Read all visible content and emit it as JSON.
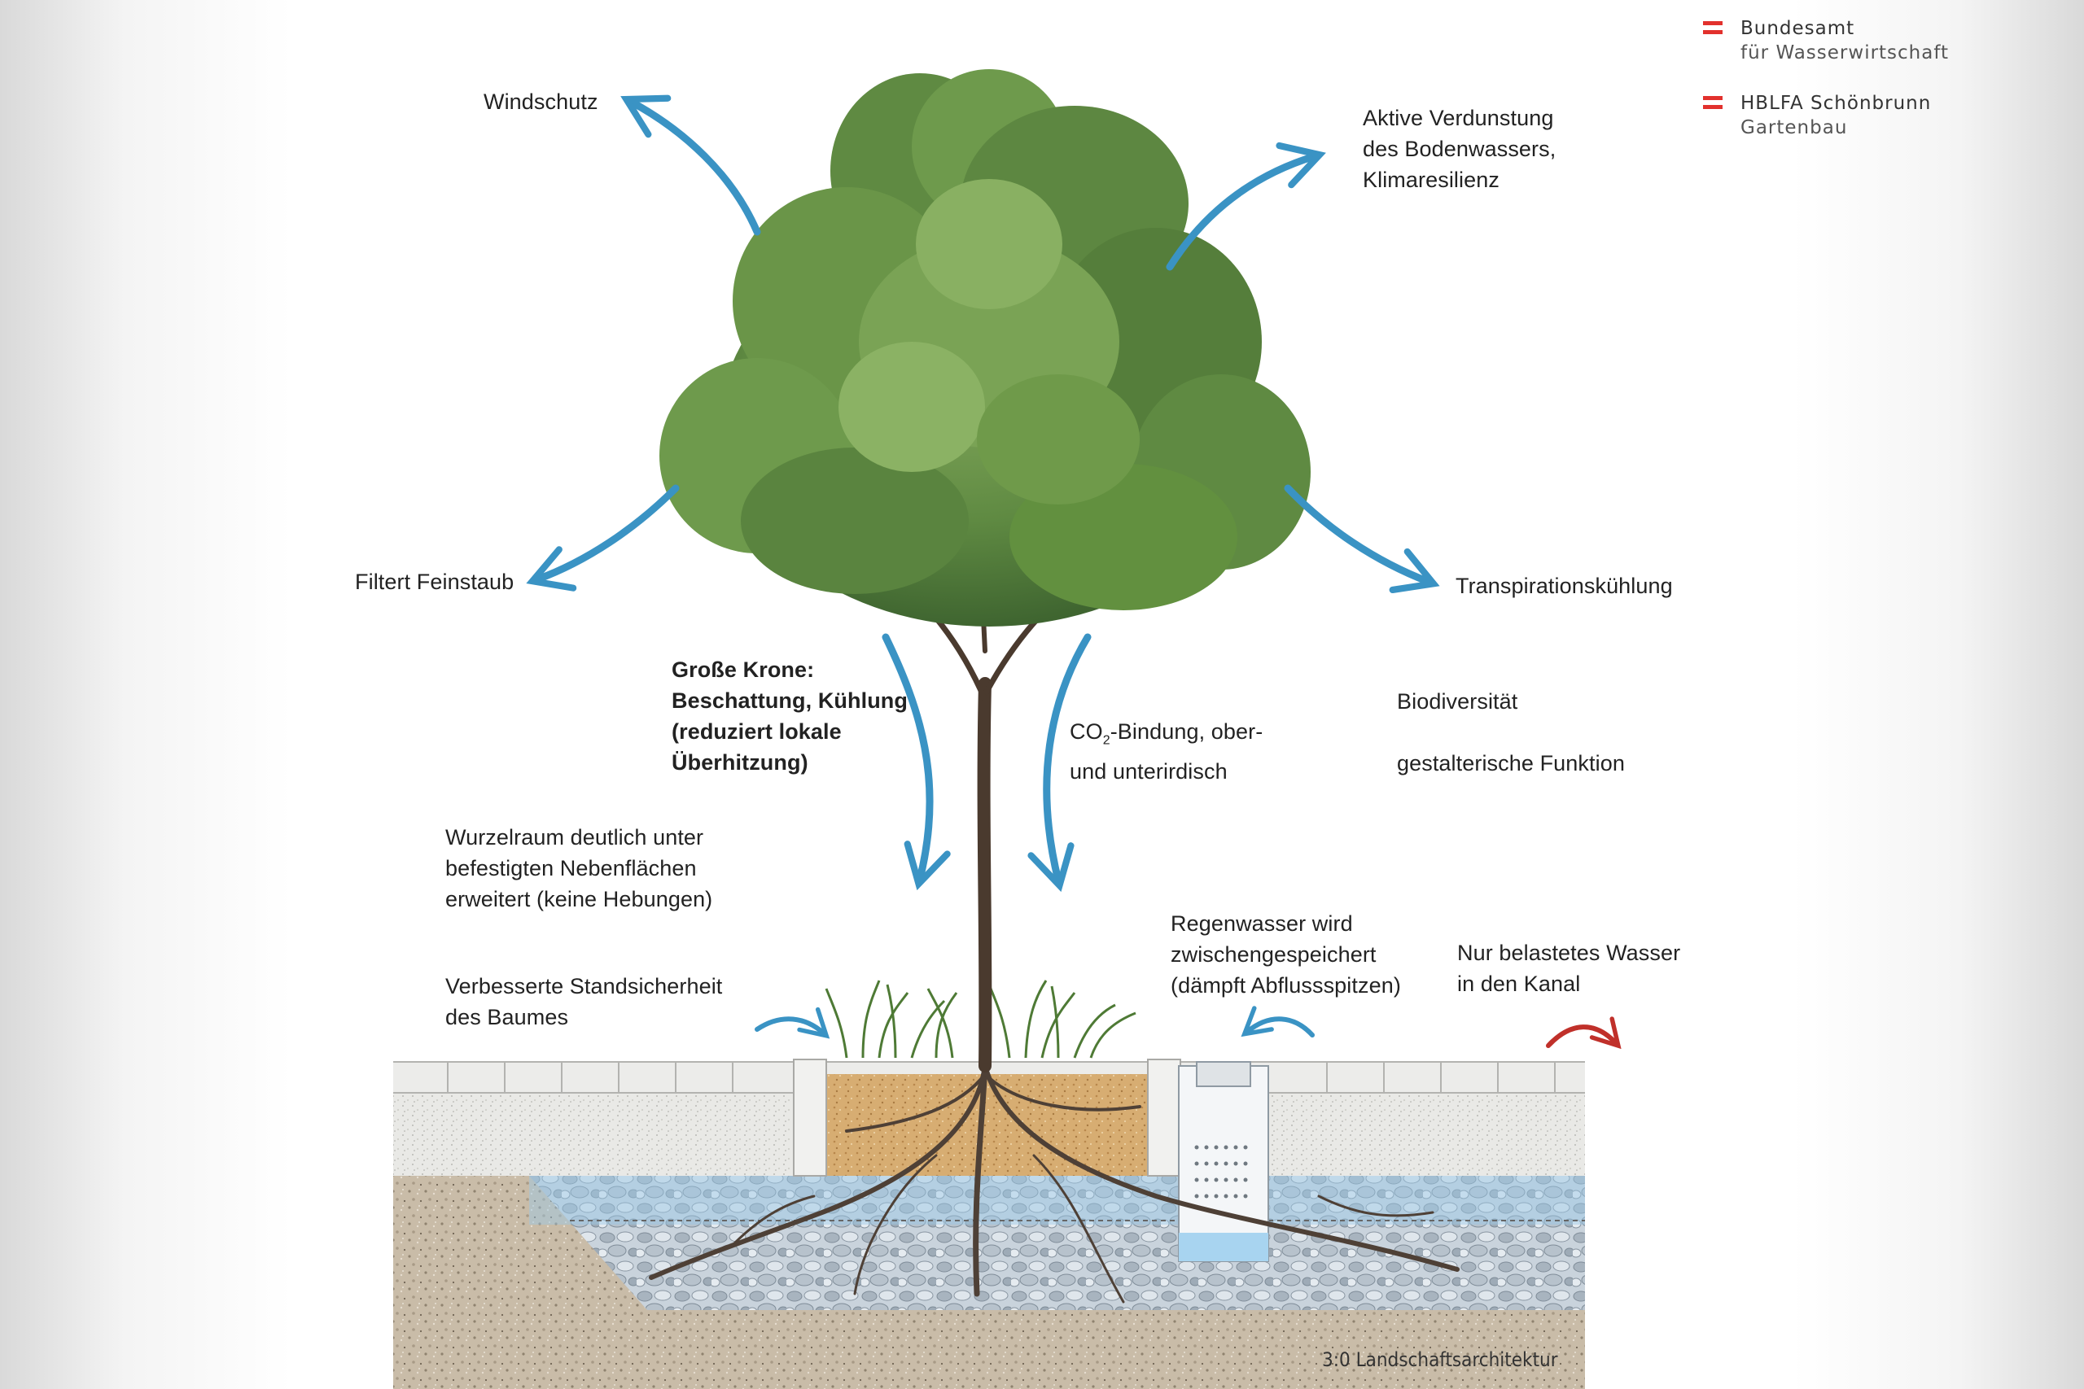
{
  "logos": [
    {
      "line1": "Bundesamt",
      "line2": "für Wasserwirtschaft"
    },
    {
      "line1": "HBLFA Schönbrunn",
      "line2": "Gartenbau"
    }
  ],
  "labels": {
    "windschutz": "Windschutz",
    "verdunstung": "Aktive Verdunstung\ndes Bodenwassers,\nKlimaresilienz",
    "feinstaub": "Filtert Feinstaub",
    "transpiration": "Transpirationskühlung",
    "krone": "Große Krone:\nBeschattung, Kühlung\n(reduziert lokale\nÜberhitzung)",
    "co2_prefix": "CO",
    "co2_sub": "2",
    "co2_rest": "-Bindung, ober-",
    "co2_line2": "und unterirdisch",
    "biodiversitaet": "Biodiversität",
    "gestalterisch": "gestalterische Funktion",
    "wurzelraum": "Wurzelraum deutlich unter\nbefestigten Nebenflächen\nerweitert (keine Hebungen)",
    "standsicherheit": "Verbesserte Standsicherheit\ndes Baumes",
    "regenwasser": "Regenwasser wird\nzwischengespeichert\n(dämpft Abflussspitzen)",
    "kanal": "Nur belastetes Wasser\nin den Kanal"
  },
  "credit": "3:0 Landschaftsarchitektur",
  "colors": {
    "arrow_blue": "#3a93c4",
    "arrow_red": "#c0302a",
    "foliage": "#5e8a40",
    "trunk": "#4a3a2e",
    "austria_red": "#e2312d"
  }
}
